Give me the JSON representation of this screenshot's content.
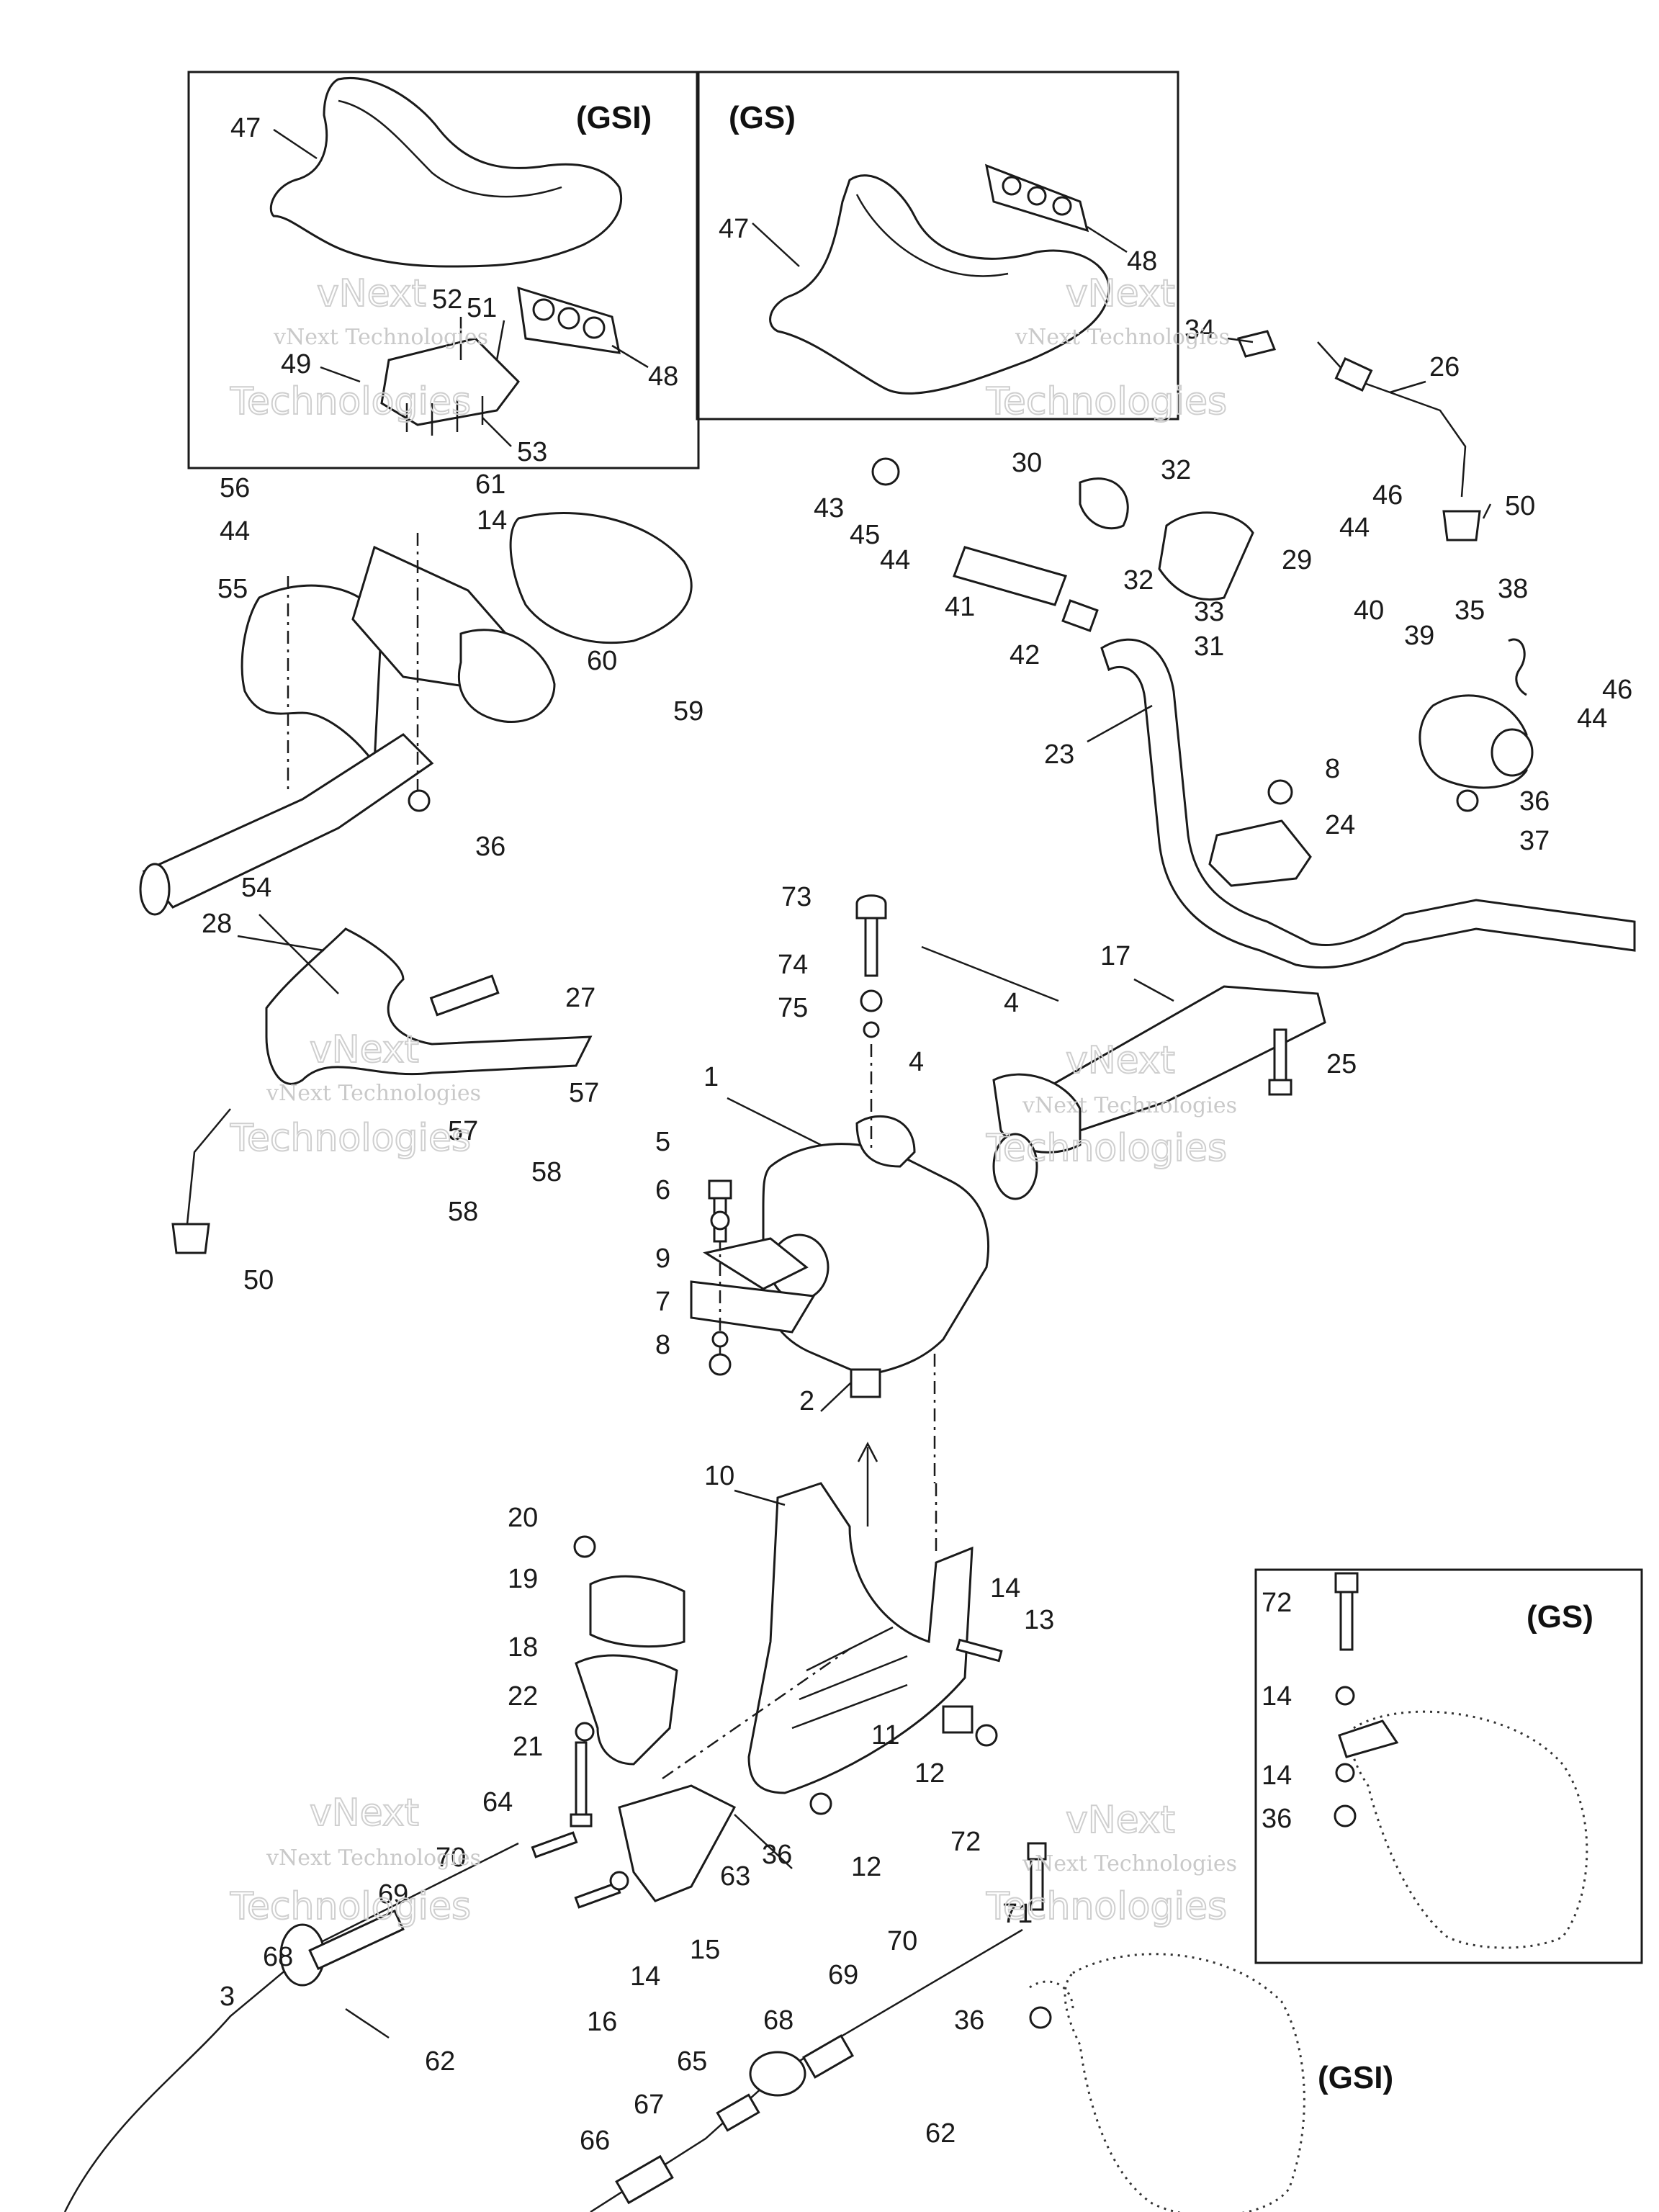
{
  "insets": [
    {
      "title": "(GSI)"
    },
    {
      "title": "(GS)"
    },
    {
      "title": "(GS)"
    }
  ],
  "label_gsi_bottom": "(GSI)",
  "watermark_1": "vNext",
  "watermark_2": "Technologies",
  "watermark_3": "vNext Technologies",
  "callouts": [
    "47",
    "52",
    "51",
    "49",
    "48",
    "53",
    "47",
    "48",
    "34",
    "26",
    "50",
    "56",
    "44",
    "61",
    "14",
    "55",
    "60",
    "59",
    "36",
    "43",
    "45",
    "44",
    "30",
    "32",
    "32",
    "29",
    "46",
    "44",
    "33",
    "31",
    "41",
    "42",
    "23",
    "40",
    "39",
    "35",
    "38",
    "46",
    "44",
    "36",
    "37",
    "8",
    "24",
    "54",
    "28",
    "27",
    "57",
    "57",
    "58",
    "58",
    "50",
    "73",
    "74",
    "75",
    "17",
    "4",
    "4",
    "25",
    "1",
    "5",
    "6",
    "9",
    "7",
    "8",
    "2",
    "10",
    "20",
    "19",
    "18",
    "22",
    "21",
    "14",
    "13",
    "11",
    "12",
    "12",
    "64",
    "70",
    "69",
    "68",
    "3",
    "62",
    "63",
    "36",
    "15",
    "16",
    "14",
    "72",
    "71",
    "70",
    "69",
    "68",
    "65",
    "67",
    "66",
    "62",
    "36",
    "72",
    "14",
    "14",
    "36"
  ]
}
